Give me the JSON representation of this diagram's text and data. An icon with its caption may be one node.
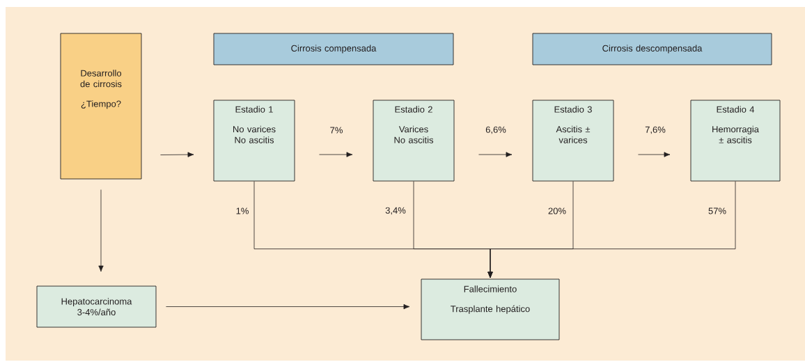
{
  "diagram": {
    "nodes": [
      {
        "text": [
          "Desarrollo de cirrosis",
          "¿Tiempo?"
        ]
      },
      {
        "text": [
          "Cirrosis compensada"
        ]
      },
      {
        "text": [
          "Cirrosis descompensada"
        ]
      },
      {
        "text": [
          "Estadio 1",
          "No varices No ascitis"
        ]
      },
      {
        "text": [
          "Estadio 2",
          "Varices No ascitis"
        ]
      },
      {
        "text": [
          "Estadio 3",
          "Ascitis ± varices"
        ]
      },
      {
        "text": [
          "Estadio 4",
          "Hemorragia ± ascitis"
        ]
      },
      {
        "text": [
          "Hepatocarcinoma 3-4%/año"
        ]
      },
      {
        "text": [
          "Fallecimiento",
          "Trasplante hepático"
        ]
      }
    ],
    "edges": [
      {
        "from": 0,
        "to": 3,
        "arrow": "to"
      },
      {
        "from": 3,
        "to": 4,
        "arrow": "to",
        "label": "7%"
      },
      {
        "from": 4,
        "to": 5,
        "arrow": "to",
        "label": "6,6%"
      },
      {
        "from": 5,
        "to": 6,
        "arrow": "to",
        "label": "7,6%"
      },
      {
        "from": 3,
        "to": 8,
        "arrow": "to",
        "label": "1%"
      },
      {
        "from": 4,
        "to": 8,
        "arrow": "to",
        "label": "3,4%"
      },
      {
        "from": 5,
        "to": 8,
        "arrow": "to",
        "label": "20%"
      },
      {
        "from": 6,
        "to": 8,
        "arrow": "to",
        "label": "57%"
      },
      {
        "from": 0,
        "to": 7,
        "arrow": "to"
      },
      {
        "from": 7,
        "to": 8,
        "arrow": "to"
      }
    ]
  }
}
